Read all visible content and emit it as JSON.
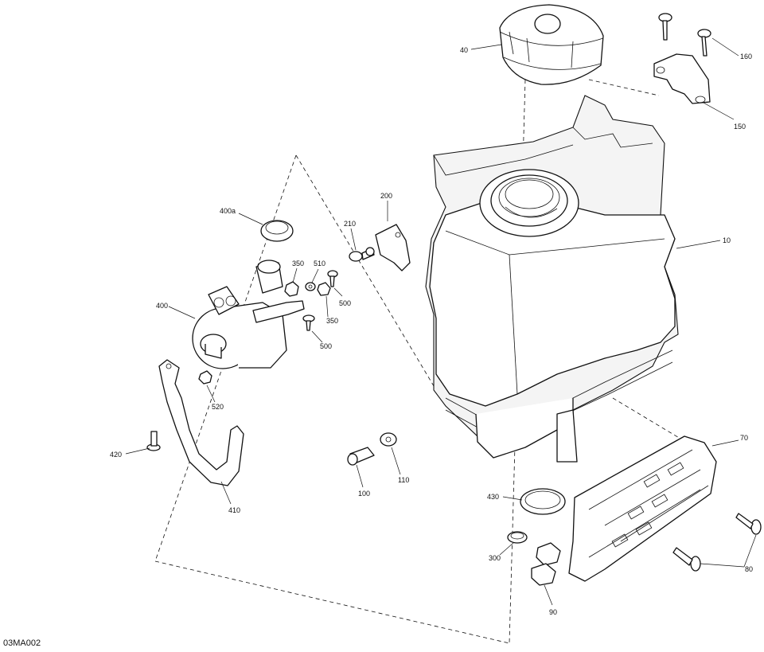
{
  "diagram": {
    "code": "03MA002",
    "labels": [
      {
        "id": "40",
        "text": "40"
      },
      {
        "id": "160",
        "text": "160"
      },
      {
        "id": "150",
        "text": "150"
      },
      {
        "id": "10",
        "text": "10"
      },
      {
        "id": "200",
        "text": "200"
      },
      {
        "id": "210",
        "text": "210"
      },
      {
        "id": "400a",
        "text": "400a"
      },
      {
        "id": "350a",
        "text": "350"
      },
      {
        "id": "510",
        "text": "510"
      },
      {
        "id": "500a",
        "text": "500"
      },
      {
        "id": "350b",
        "text": "350"
      },
      {
        "id": "500b",
        "text": "500"
      },
      {
        "id": "400",
        "text": "400"
      },
      {
        "id": "520",
        "text": "520"
      },
      {
        "id": "420",
        "text": "420"
      },
      {
        "id": "410",
        "text": "410"
      },
      {
        "id": "100",
        "text": "100"
      },
      {
        "id": "110",
        "text": "110"
      },
      {
        "id": "430",
        "text": "430"
      },
      {
        "id": "300",
        "text": "300"
      },
      {
        "id": "90",
        "text": "90"
      },
      {
        "id": "70",
        "text": "70"
      },
      {
        "id": "80",
        "text": "80"
      }
    ]
  }
}
